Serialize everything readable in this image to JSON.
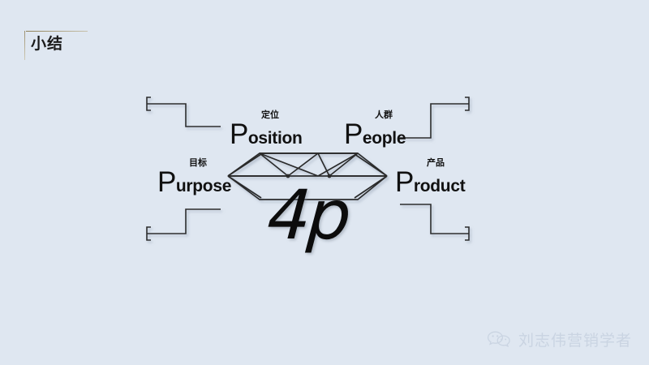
{
  "slide": {
    "background_color": "#dfe7f1",
    "title": "小结"
  },
  "diagram": {
    "center_logo": "4p",
    "nodes": [
      {
        "id": "position",
        "initial": "P",
        "rest": "osition",
        "cn": "定位"
      },
      {
        "id": "people",
        "initial": "P",
        "rest": "eople",
        "cn": "人群"
      },
      {
        "id": "purpose",
        "initial": "P",
        "rest": "urpose",
        "cn": "目标"
      },
      {
        "id": "product",
        "initial": "P",
        "rest": "roduct",
        "cn": "产品"
      }
    ],
    "line_color": "#2b2b2b",
    "shadow_color": "#9aa7b6"
  },
  "watermark": {
    "icon": "wechat-icon",
    "text": "刘志伟营销学者",
    "color": "#b9c6d6"
  }
}
